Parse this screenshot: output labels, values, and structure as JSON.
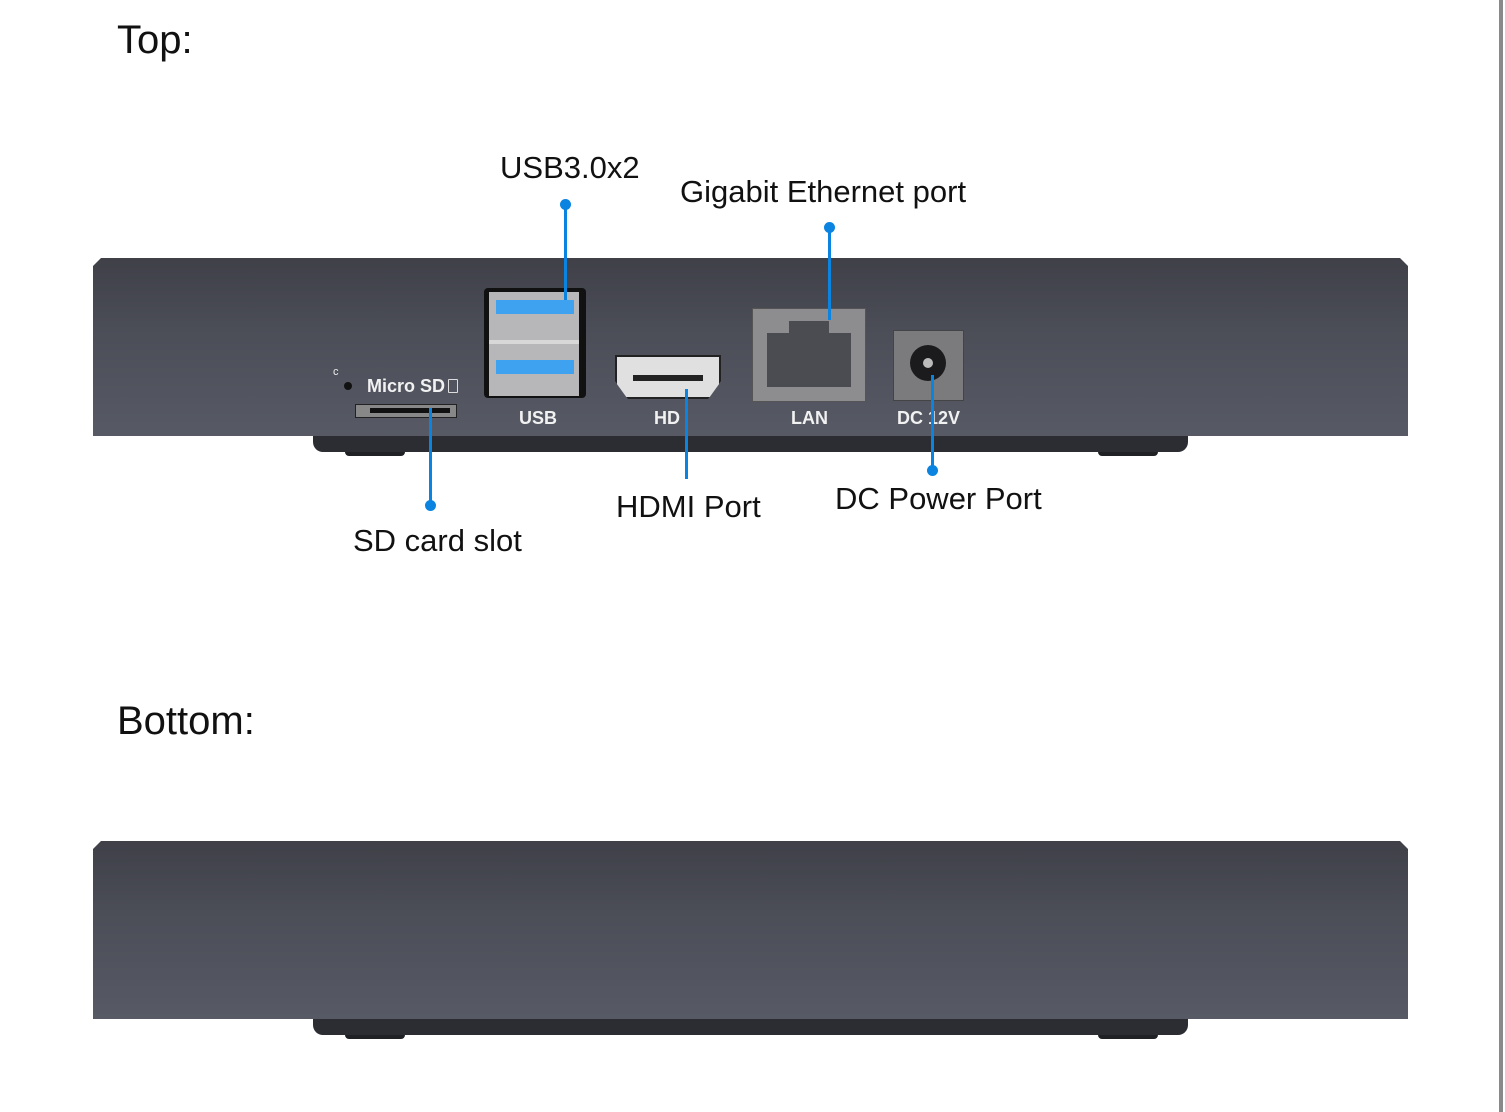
{
  "top_heading": "Top:",
  "bottom_heading": "Bottom:",
  "callouts": {
    "usb": "USB3.0x2",
    "ethernet": "Gigabit Ethernet port",
    "sd": "SD card slot",
    "hdmi": "HDMI Port",
    "dc": "DC Power Port"
  },
  "device_labels": {
    "micro_sd": "Micro SD",
    "usb": "USB",
    "hd": "HD",
    "lan": "LAN",
    "dc": "DC 12V"
  },
  "colors": {
    "accent": "#0a84e0",
    "device": "#4b4d57"
  }
}
